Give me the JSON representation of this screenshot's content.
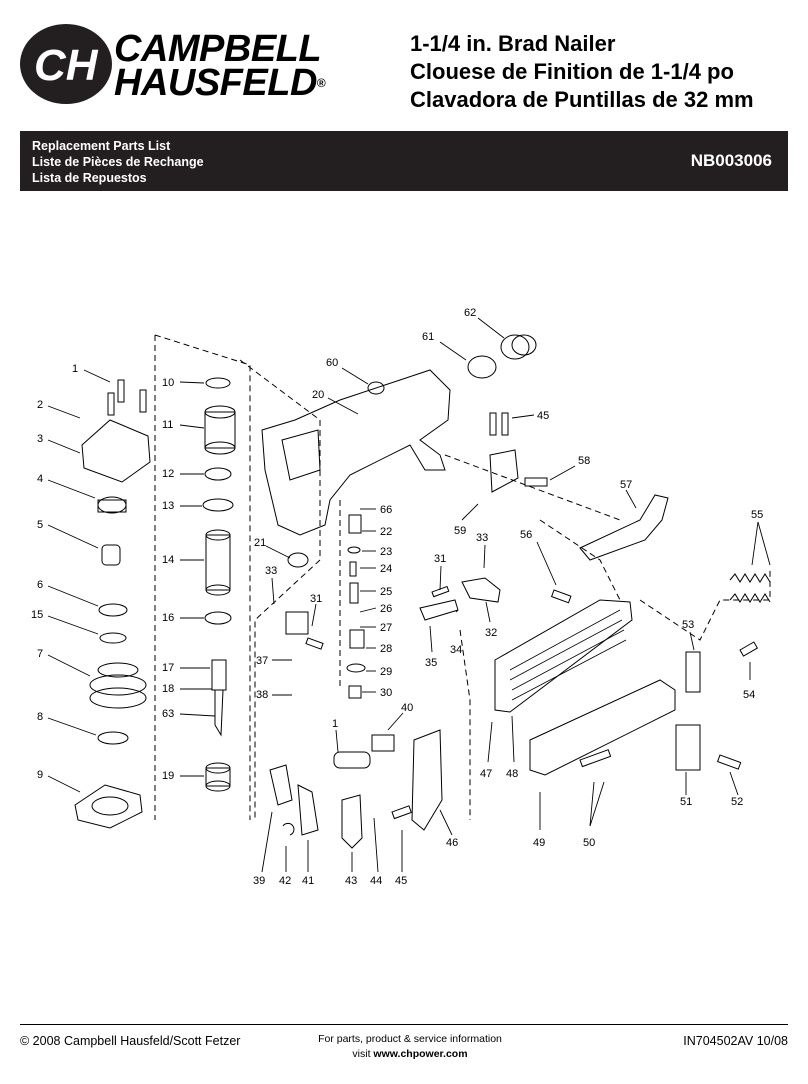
{
  "brand": {
    "line1": "CAMPBELL",
    "line2": "HAUSFELD",
    "monogram": "CH",
    "reg": "®"
  },
  "titles": [
    "1-1/4 in. Brad Nailer",
    "Clouese de Finition de 1-1/4 po",
    "Clavadora de Puntillas de 32 mm"
  ],
  "banner": {
    "lines": [
      "Replacement Parts List",
      "Liste de Pièces de Rechange",
      "Lista de Repuestos"
    ],
    "model": "NB003006"
  },
  "callouts": [
    "1",
    "2",
    "3",
    "4",
    "5",
    "6",
    "15",
    "7",
    "8",
    "9",
    "10",
    "11",
    "12",
    "13",
    "14",
    "16",
    "17",
    "18",
    "63",
    "19",
    "60",
    "61",
    "62",
    "20",
    "21",
    "33",
    "31",
    "37",
    "38",
    "66",
    "22",
    "23",
    "24",
    "25",
    "26",
    "27",
    "28",
    "29",
    "30",
    "45",
    "58",
    "57",
    "59",
    "31",
    "33",
    "56",
    "55",
    "35",
    "34",
    "32",
    "53",
    "54",
    "1",
    "40",
    "47",
    "48",
    "51",
    "52",
    "49",
    "50",
    "39",
    "42",
    "41",
    "43",
    "44",
    "45",
    "46"
  ],
  "footer": {
    "copyright": "© 2008 Campbell Hausfeld/Scott Fetzer",
    "service_line1": "For parts, product & service information",
    "service_prefix": "visit ",
    "service_url": "www.chpower.com",
    "doc_code": "IN704502AV  10/08"
  }
}
